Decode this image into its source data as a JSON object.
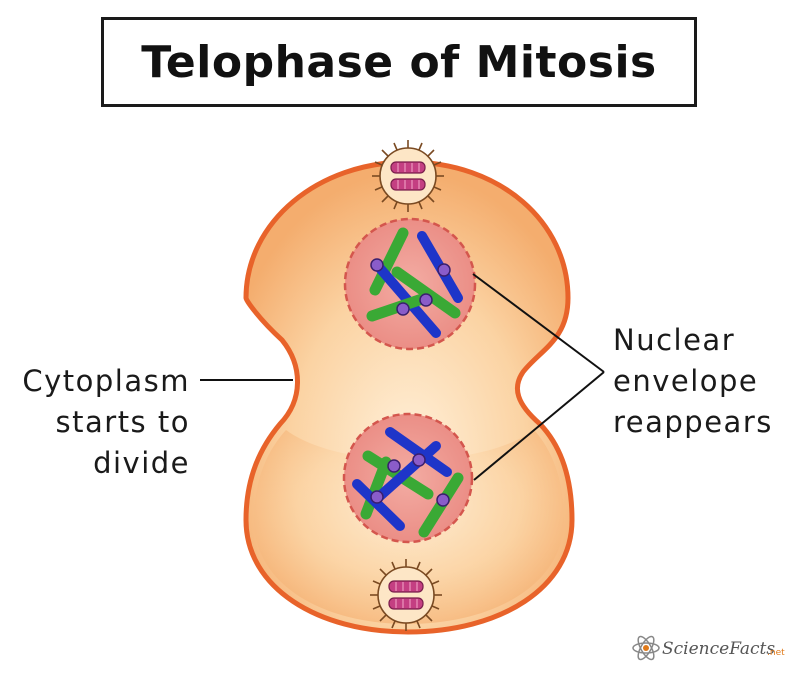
{
  "title": "Telophase of Mitosis",
  "labels": {
    "cytoplasm": [
      "Cytoplasm",
      "starts to",
      "divide"
    ],
    "nuclear": [
      "Nuclear",
      "envelope",
      "reappears"
    ]
  },
  "logo": {
    "main": "ScienceFacts",
    "sub": ".net"
  },
  "colors": {
    "cell_outline": "#e8632a",
    "cytoplasm_light": "#fde3bf",
    "cytoplasm_dark": "#f6b47a",
    "nucleus_fill": "#ee9a93",
    "nucleus_edge": "#d4564d",
    "chromosome_blue": "#1e35c9",
    "chromosome_green": "#3aa935",
    "centromere": "#8a5cc9",
    "centrosome": "#c43f82"
  }
}
